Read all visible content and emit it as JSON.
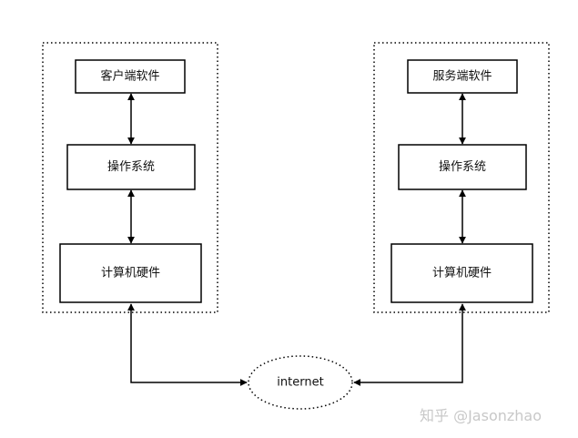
{
  "diagram": {
    "client": {
      "software": "客户端软件",
      "os": "操作系统",
      "hardware": "计算机硬件"
    },
    "server": {
      "software": "服务端软件",
      "os": "操作系统",
      "hardware": "计算机硬件"
    },
    "network": "internet"
  },
  "watermark": "知乎 @Jasonzhao",
  "colors": {
    "stroke": "#000000",
    "watermark": "#c8c8c8"
  }
}
